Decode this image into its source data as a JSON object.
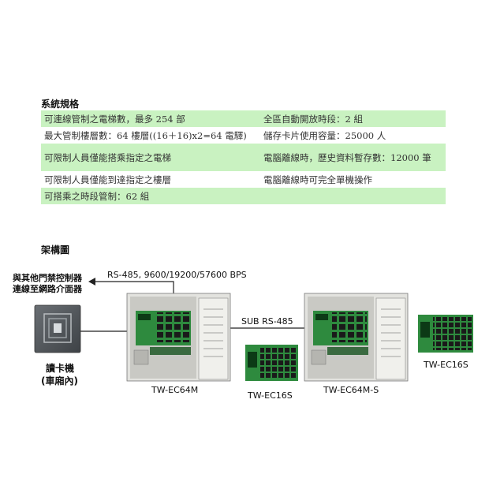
{
  "spec": {
    "title": "系統規格",
    "rows": [
      {
        "left": "可連線管制之電梯數，最多 254 部",
        "right": "全區自動開放時段：2 組"
      },
      {
        "left": "最大管制樓層數：64 樓層((16＋16)x2=64 電驛)",
        "right": "儲存卡片使用容量：25000 人"
      },
      {
        "left": "可限制人員僅能搭乘指定之電梯",
        "right": "電腦離線時，歷史資料暫存數：12000 筆"
      },
      {
        "left": "可限制人員僅能到達指定之樓層",
        "right": "電腦離線時可完全單機操作"
      },
      {
        "left": "可搭乘之時段管制：62 組",
        "right": ""
      }
    ]
  },
  "architecture": {
    "title": "架構圖",
    "gateway_label_line1": "與其他門禁控制器",
    "gateway_label_line2": "連線至網路介面器",
    "rs485_label": "RS-485, 9600/19200/57600 BPS",
    "sub_rs485_label": "SUB RS-485",
    "card_reader_label_line1": "讀卡機",
    "card_reader_label_line2": "(車廂內)",
    "controller_main_label": "TW-EC64M",
    "expansion_1_label": "TW-EC16S",
    "controller_sub_label": "TW-EC64M-S",
    "expansion_2_label": "TW-EC16S"
  },
  "colors": {
    "row_highlight": "#c9f2c1",
    "board_green": "#2e8a3e",
    "relay_black": "#1a1a1a",
    "cabinet": "#d8d8d4"
  }
}
